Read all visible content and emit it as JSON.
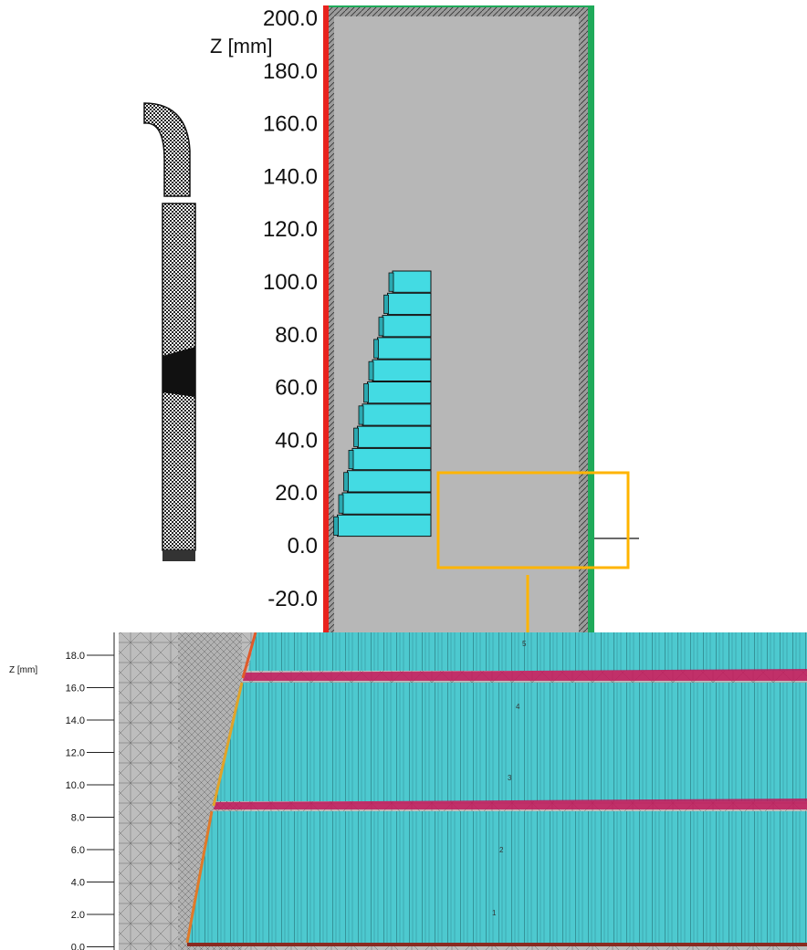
{
  "top_view": {
    "axis_title": "Z [mm]",
    "tick_labels": [
      "200.0",
      "180.0",
      "160.0",
      "140.0",
      "120.0",
      "100.0",
      "80.0",
      "60.0",
      "40.0",
      "20.0",
      "0.0",
      "-20.0"
    ],
    "coil_layers": 12,
    "colors": {
      "left_boundary": "#e8231e",
      "right_boundary": "#1faa5a",
      "domain_fill": "#b7b7b7",
      "coil_fill": "#43dbe3",
      "highlight_box": "#ffb400"
    }
  },
  "bottom_view": {
    "axis_title": "Z [mm]",
    "tick_labels": [
      "18.0",
      "16.0",
      "14.0",
      "12.0",
      "10.0",
      "8.0",
      "6.0",
      "4.0",
      "2.0",
      "0.0"
    ],
    "region_numbers": [
      "5",
      "4",
      "3",
      "2",
      "1"
    ],
    "colors": {
      "mesh_fill": "#bdbdbd",
      "coil_fill": "#4dc9cf",
      "interface_band": "#c2185b"
    }
  }
}
